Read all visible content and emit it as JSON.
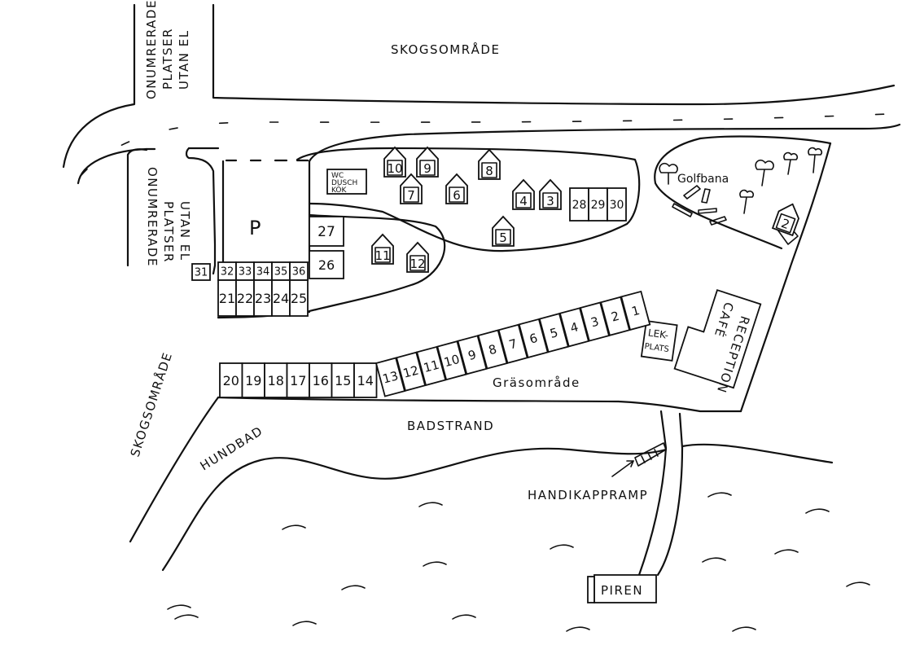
{
  "labels": {
    "forest_top": "SKOGSOMRÅDE",
    "forest_left": "SKOGSOMRÅDE",
    "unnumbered_top": [
      "ONUMRERADE",
      "PLATSER",
      "UTAN EL"
    ],
    "unnumbered_left": [
      "ONUMRERADE",
      "PLATSER",
      "UTAN EL"
    ],
    "parking": "P",
    "facilities": [
      "WC",
      "DUSCH",
      "KÖK"
    ],
    "golf": "Golfbana",
    "reception": "RECEPTION",
    "cafe": "CAFÉ",
    "playground": [
      "LEK-",
      "PLATS"
    ],
    "grass": "Gräsområde",
    "beach": "BADSTRAND",
    "dog_beach": "HUNDBAD",
    "ramp": "HANDIKAPPRAMP",
    "pier": "PIREN"
  },
  "cabins": [
    "10",
    "9",
    "8",
    "7",
    "6",
    "4",
    "3",
    "5",
    "11",
    "12",
    "2"
  ],
  "row_sites_a": [
    "20",
    "19",
    "18",
    "17",
    "16",
    "15",
    "14"
  ],
  "row_sites_b": [
    "13",
    "12",
    "11",
    "10",
    "9",
    "8",
    "7",
    "6",
    "5",
    "4",
    "3",
    "2",
    "1"
  ],
  "grid_top": [
    "32",
    "33",
    "34",
    "35",
    "36"
  ],
  "grid_bottom": [
    "21",
    "22",
    "23",
    "24",
    "25"
  ],
  "site_31": "31",
  "site_26": "26",
  "site_27": "27",
  "sites_right": [
    "28",
    "29",
    "30"
  ]
}
